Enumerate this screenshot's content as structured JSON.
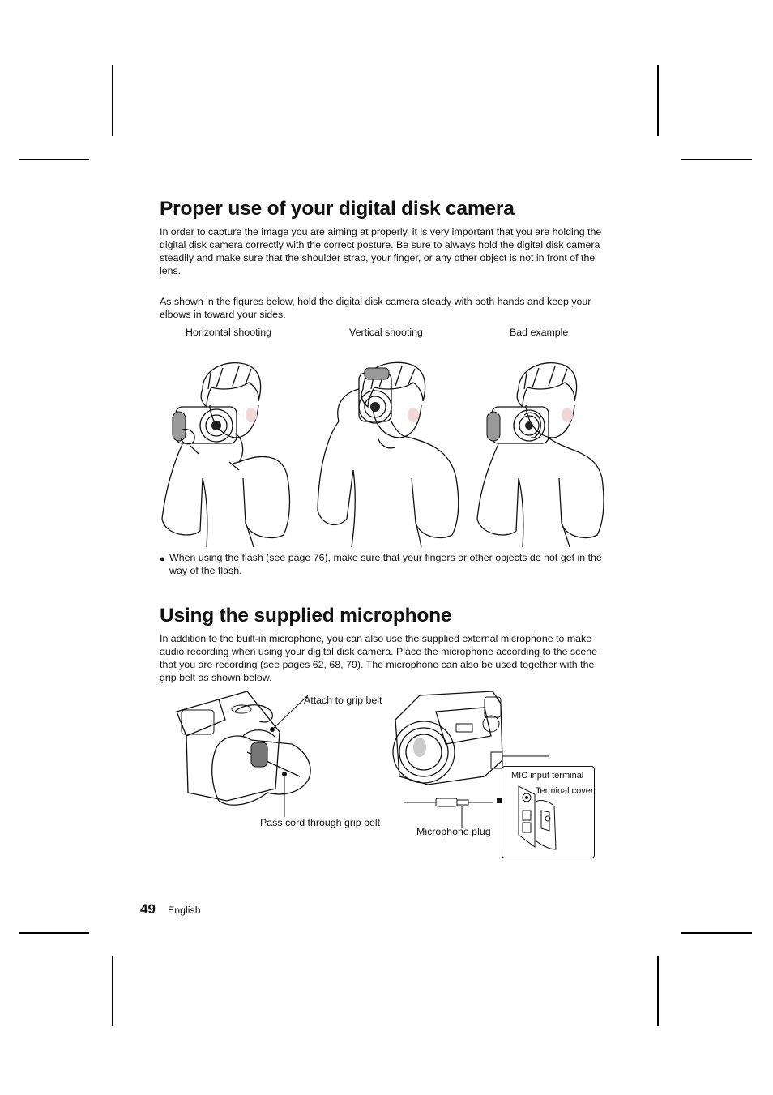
{
  "section1": {
    "title": "Proper use of your digital disk camera",
    "para1": "In order to capture the image you are aiming at properly, it is very important that you are holding the digital disk camera correctly with the correct posture. Be sure to always hold the digital disk camera steadily and make sure that the shoulder strap, your finger, or any other object is not in front of the lens.",
    "para2": "As shown in the figures below, hold the digital disk camera steady with both hands and keep your elbows in toward your sides.",
    "captions": [
      "Horizontal shooting",
      "Vertical shooting",
      "Bad example"
    ],
    "bullet": "When using the flash (see page 76), make sure that your fingers or other objects do not get in the way of the flash."
  },
  "section2": {
    "title": "Using the supplied microphone",
    "para": "In addition to the built-in microphone, you can also use the supplied external microphone to make audio recording when using your digital disk camera. Place the microphone according to the scene that you are recording (see pages 62, 68, 79). The microphone can also be used together with the grip belt as shown below.",
    "labels": {
      "attach": "Attach to grip belt",
      "pass_cord": "Pass cord through grip belt",
      "mic_plug": "Microphone plug",
      "mic_input": "MIC input terminal",
      "terminal_cover": "Terminal cover"
    }
  },
  "footer": {
    "page_number": "49",
    "language": "English"
  }
}
